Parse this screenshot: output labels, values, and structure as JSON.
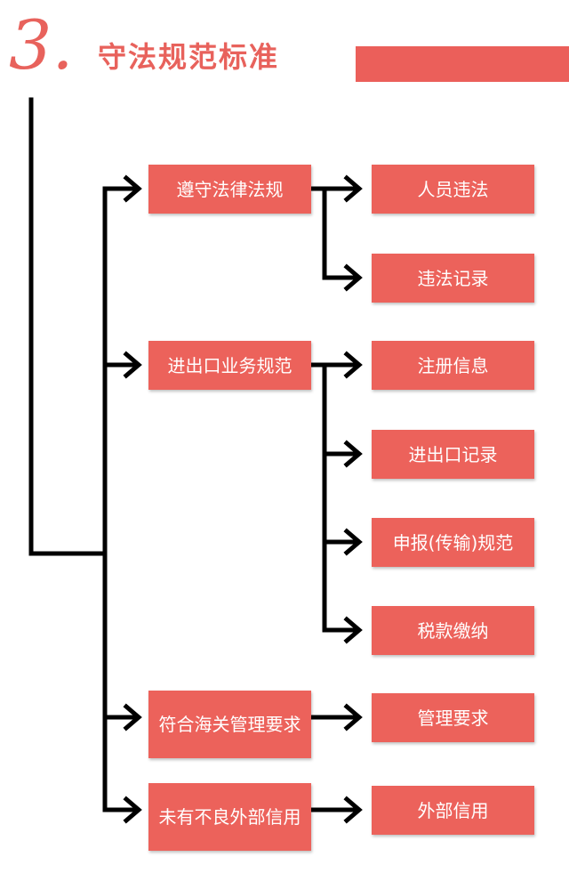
{
  "header": {
    "number": "3.",
    "title": "守法规范标准"
  },
  "diagram": {
    "categories": [
      {
        "label": "遵守法律法规",
        "items": [
          "人员违法",
          "违法记录"
        ]
      },
      {
        "label": "进出口业务规范",
        "items": [
          "注册信息",
          "进出口记录",
          "申报(传输)规范",
          "税款缴纳"
        ]
      },
      {
        "label": "符合海关管理要求",
        "items": [
          "管理要求"
        ]
      },
      {
        "label": "未有不良外部信用",
        "items": [
          "外部信用"
        ]
      }
    ]
  },
  "colors": {
    "accent": "#ec625b",
    "line": "#000000",
    "text_on_accent": "#ffffff"
  }
}
